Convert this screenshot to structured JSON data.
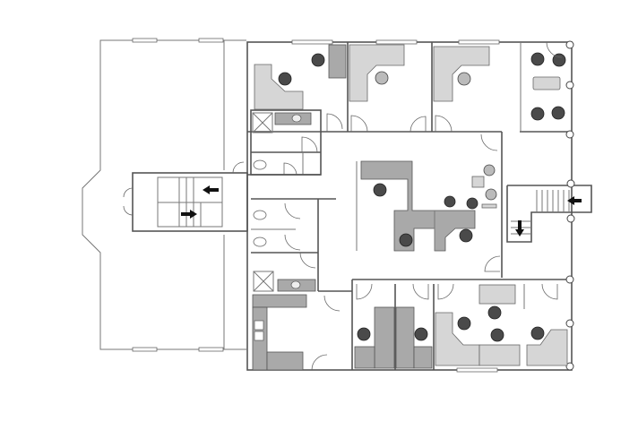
{
  "plan": {
    "colors": {
      "wall": "#555555",
      "desk_light": "#d6d6d6",
      "desk_dark": "#a9a9a9",
      "chair": "#4a4a4a",
      "background": "#ffffff"
    },
    "stair_arrows": [
      "left",
      "right",
      "left",
      "down"
    ]
  }
}
